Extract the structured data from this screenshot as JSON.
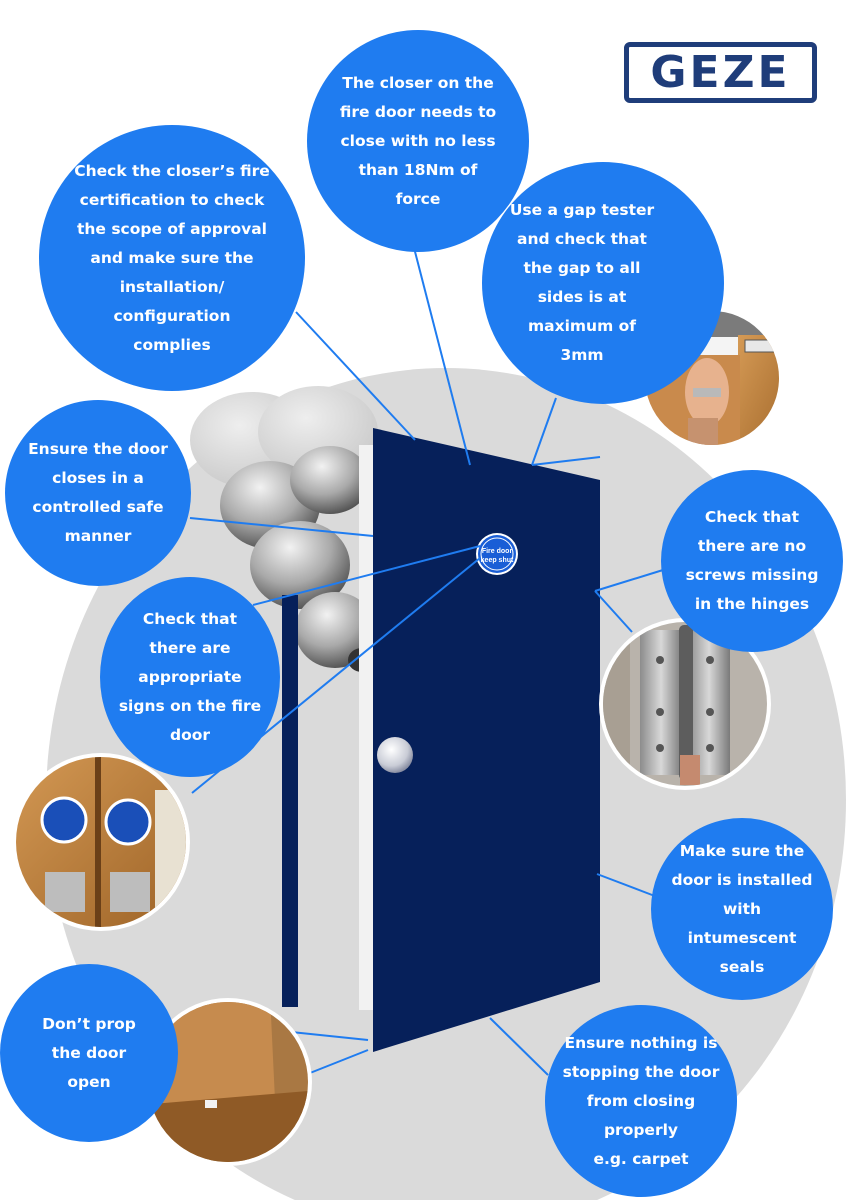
{
  "brand": {
    "logo_text": "GEZE",
    "color": "#1f3d7a"
  },
  "colors": {
    "bubble": "#1f7cf0",
    "door": "#06205a",
    "backdrop": "#dadada",
    "sign": "#1a5ed6",
    "connector": "#1f7cf0"
  },
  "sign": {
    "line1": "Fire door",
    "line2": "keep shut"
  },
  "callouts": [
    {
      "id": "closer-certification",
      "text": "Check the closer’s fire\ncertification to check\nthe scope of approval\nand make sure the\ninstallation/\nconfiguration\ncomplies"
    },
    {
      "id": "closer-force",
      "text": "The closer on the\nfire door needs to\nclose with no less\nthan 18Nm of\nforce"
    },
    {
      "id": "gap-tester",
      "text": "Use a gap tester\nand check that\nthe gap to all\nsides is at\nmaximum of\n3mm"
    },
    {
      "id": "controlled-closing",
      "text": "Ensure the door\ncloses in a\ncontrolled safe\nmanner"
    },
    {
      "id": "hinge-screws",
      "text": "Check that\nthere are no\nscrews missing\nin the hinges"
    },
    {
      "id": "signs",
      "text": "Check that\nthere are\nappropriate\nsigns on the fire\ndoor"
    },
    {
      "id": "intumescent-seals",
      "text": "Make sure the\ndoor is installed\nwith\nintumescent\nseals"
    },
    {
      "id": "dont-prop",
      "text": "Don’t prop\nthe door\nopen"
    },
    {
      "id": "nothing-stopping",
      "text": "Ensure nothing is\nstopping the door\nfrom closing\nproperly\ne.g. carpet"
    }
  ],
  "photos": [
    {
      "id": "gap-photo",
      "icon": "gap-tester-photo-icon"
    },
    {
      "id": "hinge-photo",
      "icon": "hinge-photo-icon"
    },
    {
      "id": "signs-photo",
      "icon": "fire-door-signs-photo-icon"
    },
    {
      "id": "prop-photo",
      "icon": "propped-door-photo-icon"
    }
  ]
}
